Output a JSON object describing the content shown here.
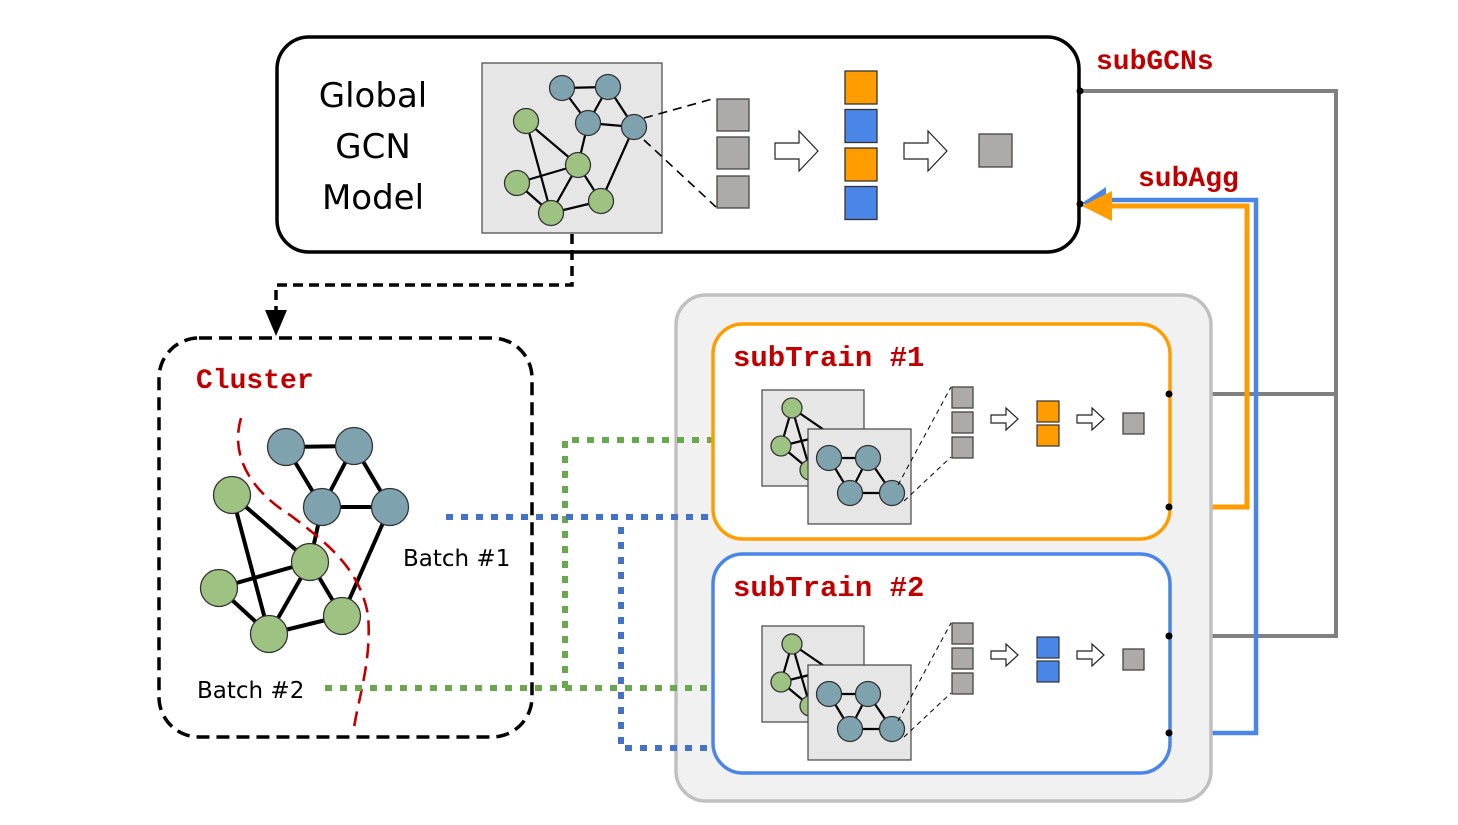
{
  "global_model": {
    "title_lines": [
      "Global",
      "GCN",
      "Model"
    ],
    "embedding_colors": [
      "#ff9d00",
      "#4a86e8",
      "#ff9d00",
      "#4a86e8"
    ]
  },
  "labels": {
    "sub_gcns": "subGCNs",
    "sub_agg": "subAgg",
    "cluster": "Cluster",
    "batch1": "Batch #1",
    "batch2": "Batch #2"
  },
  "subtrains": [
    {
      "title": "subTrain #1",
      "color": "#ff9d00"
    },
    {
      "title": "subTrain #2",
      "color": "#4a86e8"
    }
  ],
  "colors": {
    "label_red": "#c00000",
    "green_batch": "#6aa84f",
    "blue_batch": "#4472c4",
    "gray_flow": "#808080",
    "node_green": "#9dc281",
    "node_teal": "#7fa3ae"
  }
}
